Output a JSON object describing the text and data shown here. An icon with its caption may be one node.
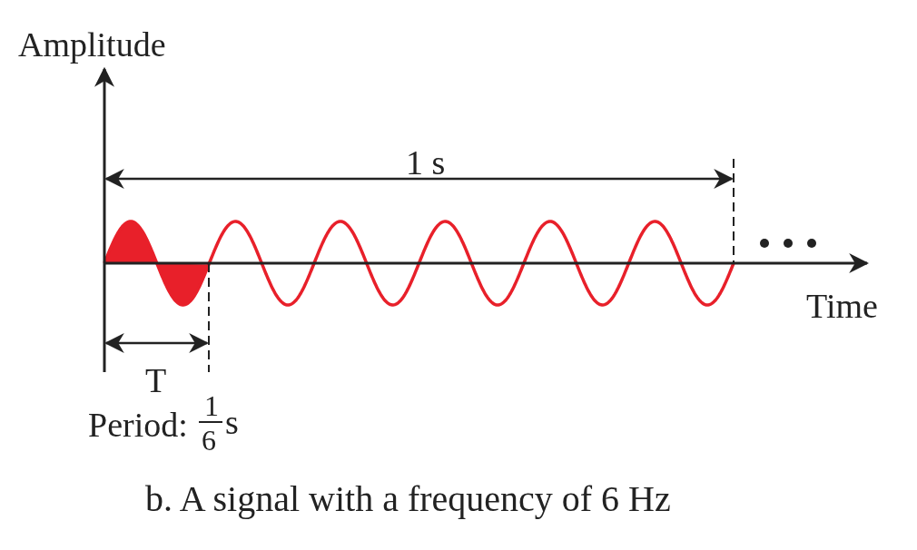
{
  "diagram": {
    "caption": "b. A signal with a frequency of 6 Hz",
    "labels": [
      "Amplitude",
      "1 s",
      "Time",
      "T",
      "Period:",
      "1",
      "6",
      "s"
    ]
  }
}
